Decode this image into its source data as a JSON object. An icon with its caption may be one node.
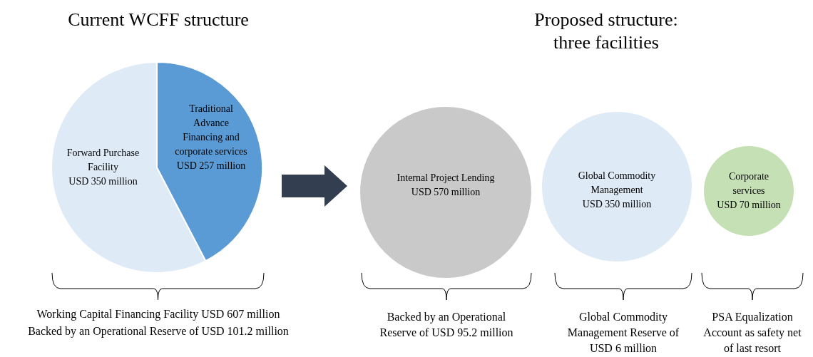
{
  "diagram": {
    "nodes": [
      {
        "text": [
          "Forward Purchase Facility",
          "USD 350 million"
        ]
      },
      {
        "text": [
          "Traditional Advance Financing and corporate services",
          "USD 257 million"
        ]
      },
      {
        "text": [
          "Internal Project Lending",
          "USD 570 million"
        ]
      },
      {
        "text": [
          "Global Commodity Management",
          "USD 350 million"
        ]
      },
      {
        "text": [
          "Corporate services",
          "USD 70 million"
        ]
      }
    ],
    "edges": [
      {
        "from": 1,
        "to": 2,
        "arrow": "to",
        "style": "thick"
      }
    ],
    "labels": [
      "Current WCFF structure",
      "Proposed structure: three facilities",
      "Working Capital Financing Facility USD 607 million",
      "Backed by an Operational Reserve of USD 101.2 million",
      "Backed by an Operational Reserve of USD 95.2 million",
      "Global Commodity Management Reserve of USD 6 million",
      "PSA Equalization Account as safety net of last resort"
    ]
  }
}
